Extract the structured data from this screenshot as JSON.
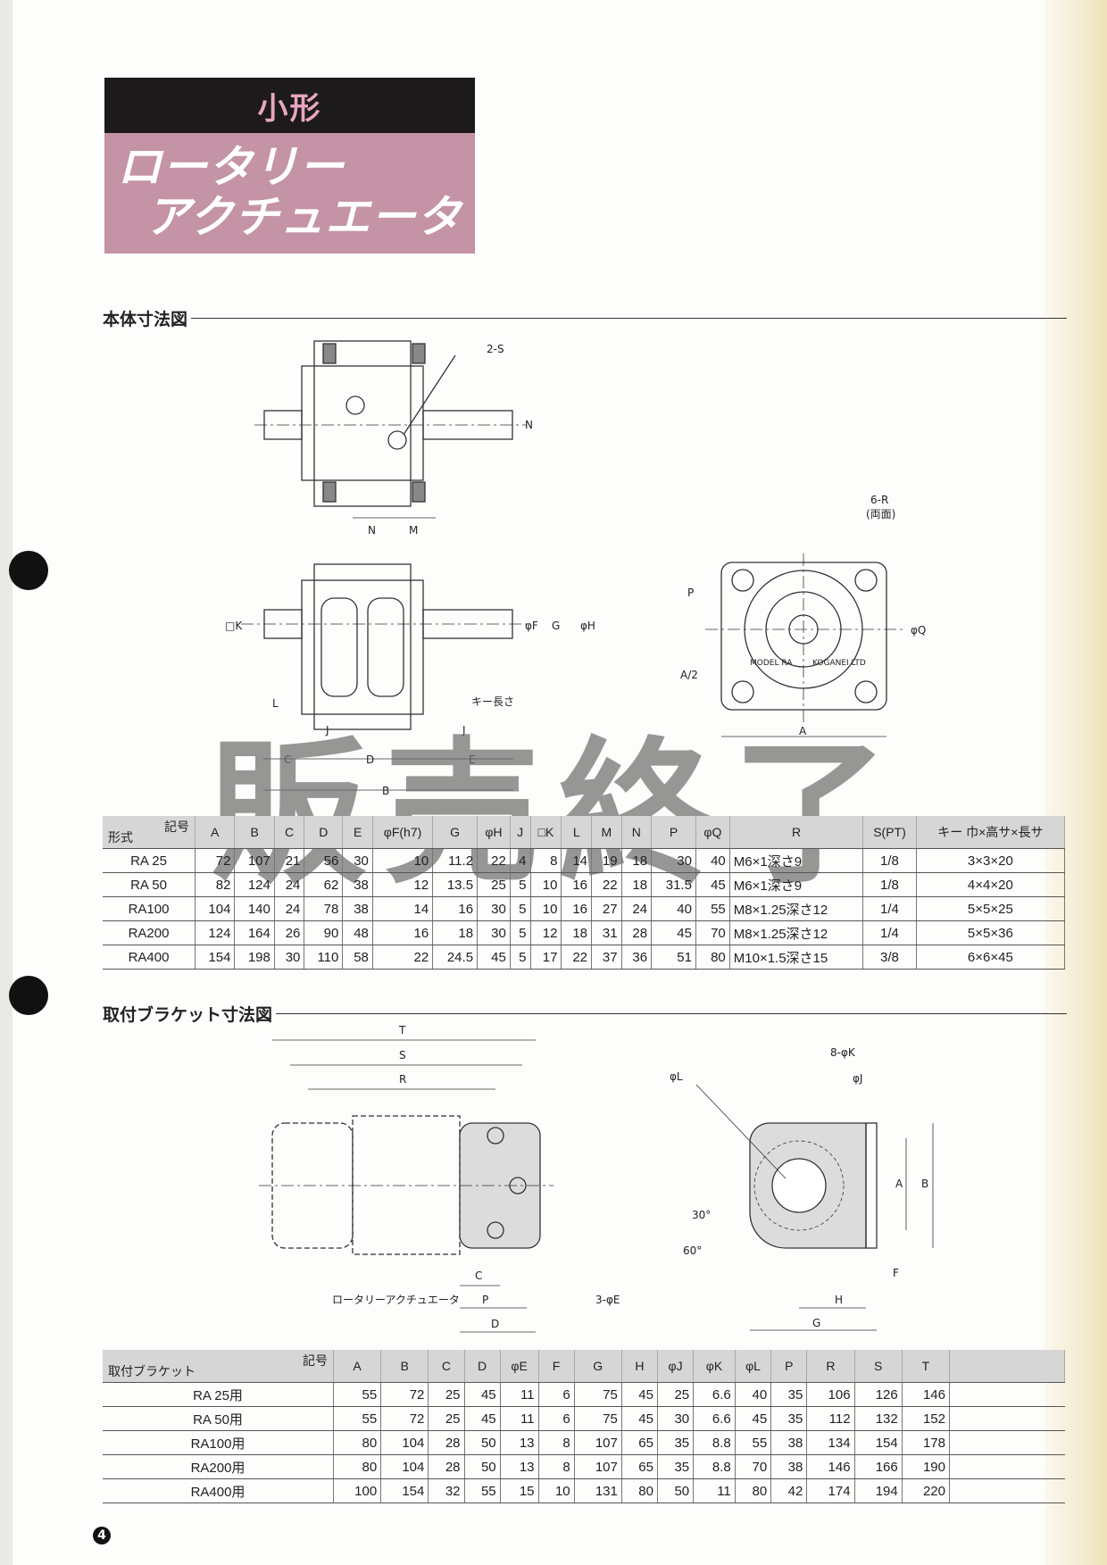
{
  "header": {
    "line1": "小形",
    "line2": "ロータリー",
    "line3": "アクチュエータ"
  },
  "sections": {
    "body": "本体寸法図",
    "bracket": "取付ブラケット寸法図"
  },
  "watermark": "販売終了",
  "body_drawing_labels": {
    "s": "2-S",
    "n": "N",
    "m": "M",
    "r": "6-R",
    "r_note": "(両面)",
    "p": "P",
    "a2": "A/2",
    "q": "φQ",
    "a": "A",
    "k": "□K",
    "f": "φF",
    "g": "G",
    "h": "φH",
    "l": "L",
    "c": "C",
    "j": "J",
    "d": "D",
    "e": "E",
    "b": "B",
    "key": "キー長さ",
    "model": "MODEL RA",
    "maker": "KOGANEI LTD"
  },
  "bracket_drawing_labels": {
    "t": "T",
    "s": "S",
    "r": "R",
    "c": "C",
    "p": "P",
    "d": "D",
    "e": "3-φE",
    "actuator": "ロータリーアクチュエータ",
    "k": "8-φK",
    "l": "φL",
    "j": "φJ",
    "a": "A",
    "b": "B",
    "ang30": "30°",
    "ang60": "60°",
    "h": "H",
    "g": "G",
    "f": "F"
  },
  "table1": {
    "corner_top": "記号",
    "corner_bottom": "形式",
    "headers": [
      "A",
      "B",
      "C",
      "D",
      "E",
      "φF(h7)",
      "G",
      "φH",
      "J",
      "□K",
      "L",
      "M",
      "N",
      "P",
      "φQ",
      "R",
      "S(PT)",
      "キー 巾×高サ×長サ"
    ],
    "rows": [
      [
        "RA 25",
        "72",
        "107",
        "21",
        "56",
        "30",
        "10",
        "11.2",
        "22",
        "4",
        "8",
        "14",
        "19",
        "18",
        "30",
        "40",
        "M6×1深さ9",
        "1/8",
        "3×3×20"
      ],
      [
        "RA 50",
        "82",
        "124",
        "24",
        "62",
        "38",
        "12",
        "13.5",
        "25",
        "5",
        "10",
        "16",
        "22",
        "18",
        "31.5",
        "45",
        "M6×1深さ9",
        "1/8",
        "4×4×20"
      ],
      [
        "RA100",
        "104",
        "140",
        "24",
        "78",
        "38",
        "14",
        "16",
        "30",
        "5",
        "10",
        "16",
        "27",
        "24",
        "40",
        "55",
        "M8×1.25深さ12",
        "1/4",
        "5×5×25"
      ],
      [
        "RA200",
        "124",
        "164",
        "26",
        "90",
        "48",
        "16",
        "18",
        "30",
        "5",
        "12",
        "18",
        "31",
        "28",
        "45",
        "70",
        "M8×1.25深さ12",
        "1/4",
        "5×5×36"
      ],
      [
        "RA400",
        "154",
        "198",
        "30",
        "110",
        "58",
        "22",
        "24.5",
        "45",
        "5",
        "17",
        "22",
        "37",
        "36",
        "51",
        "80",
        "M10×1.5深さ15",
        "3/8",
        "6×6×45"
      ]
    ]
  },
  "table2": {
    "corner_top": "記号",
    "corner_bottom": "取付ブラケット",
    "headers": [
      "A",
      "B",
      "C",
      "D",
      "φE",
      "F",
      "G",
      "H",
      "φJ",
      "φK",
      "φL",
      "P",
      "R",
      "S",
      "T"
    ],
    "rows": [
      [
        "RA 25用",
        "55",
        "72",
        "25",
        "45",
        "11",
        "6",
        "75",
        "45",
        "25",
        "6.6",
        "40",
        "35",
        "106",
        "126",
        "146"
      ],
      [
        "RA 50用",
        "55",
        "72",
        "25",
        "45",
        "11",
        "6",
        "75",
        "45",
        "30",
        "6.6",
        "45",
        "35",
        "112",
        "132",
        "152"
      ],
      [
        "RA100用",
        "80",
        "104",
        "28",
        "50",
        "13",
        "8",
        "107",
        "65",
        "35",
        "8.8",
        "55",
        "38",
        "134",
        "154",
        "178"
      ],
      [
        "RA200用",
        "80",
        "104",
        "28",
        "50",
        "13",
        "8",
        "107",
        "65",
        "35",
        "8.8",
        "70",
        "38",
        "146",
        "166",
        "190"
      ],
      [
        "RA400用",
        "100",
        "154",
        "32",
        "55",
        "15",
        "10",
        "131",
        "80",
        "50",
        "11",
        "80",
        "42",
        "174",
        "194",
        "220"
      ]
    ]
  },
  "page_number": "4"
}
